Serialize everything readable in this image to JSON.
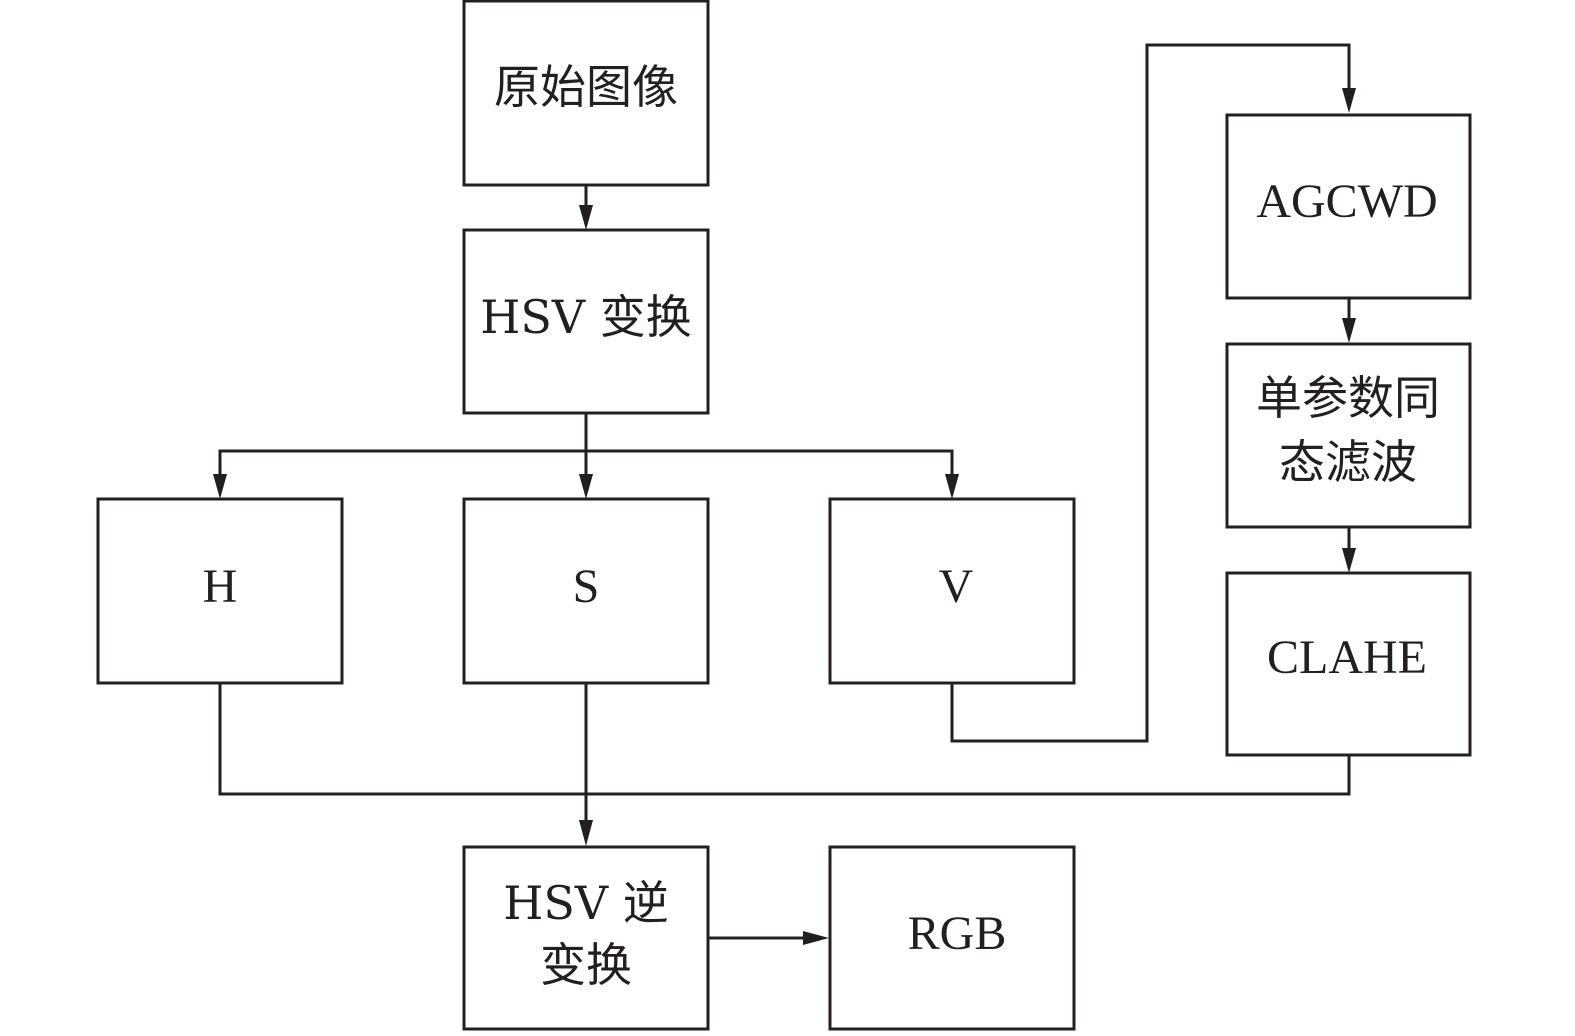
{
  "diagram": {
    "title": "",
    "nodes": {
      "original_image": "原始图像",
      "hsv_transform": "HSV 变换",
      "h": "H",
      "s": "S",
      "v": "V",
      "agcwd": "AGCWD",
      "homomorphic_line1": "单参数同",
      "homomorphic_line2": "态滤波",
      "clahe": "CLAHE",
      "hsv_inverse_line1": "HSV 逆",
      "hsv_inverse_line2": "变换",
      "rgb": "RGB"
    },
    "edges": [
      {
        "from": "original_image",
        "to": "hsv_transform"
      },
      {
        "from": "hsv_transform",
        "to": "h"
      },
      {
        "from": "hsv_transform",
        "to": "s"
      },
      {
        "from": "hsv_transform",
        "to": "v"
      },
      {
        "from": "v",
        "to": "agcwd"
      },
      {
        "from": "agcwd",
        "to": "homomorphic_filter"
      },
      {
        "from": "homomorphic_filter",
        "to": "clahe"
      },
      {
        "from": "h",
        "to": "hsv_inverse"
      },
      {
        "from": "s",
        "to": "hsv_inverse"
      },
      {
        "from": "clahe",
        "to": "hsv_inverse"
      },
      {
        "from": "hsv_inverse",
        "to": "rgb"
      }
    ],
    "colors": {
      "stroke": "#231f20",
      "background": "#ffffff"
    }
  }
}
